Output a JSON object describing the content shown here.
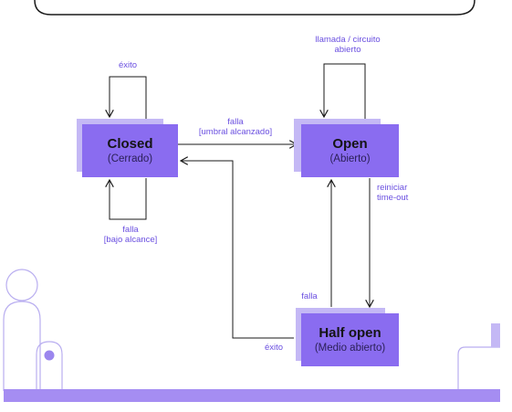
{
  "colors": {
    "state_fill": "#8a6cf0",
    "state_shadow": "#c4b8f5",
    "label_text": "#6a4fe0",
    "line": "#1a1a1a",
    "floor": "#a58df2",
    "decor": "#b9aef0"
  },
  "states": {
    "closed": {
      "name": "Closed",
      "sub": "(Cerrado)"
    },
    "open": {
      "name": "Open",
      "sub": "(Abierto)"
    },
    "half_open": {
      "name": "Half open",
      "sub": "(Medio abierto)"
    }
  },
  "transitions": {
    "closed_self_top": "éxito",
    "closed_self_bottom_1": "falla",
    "closed_self_bottom_2": "[bajo alcance]",
    "closed_to_open_1": "falla",
    "closed_to_open_2": "[umbral alcanzado]",
    "open_self_1": "llamada / circuito",
    "open_self_2": "abierto",
    "open_to_half_1": "reiniciar",
    "open_to_half_2": "time-out",
    "half_to_open": "falla",
    "half_to_closed": "éxito"
  }
}
